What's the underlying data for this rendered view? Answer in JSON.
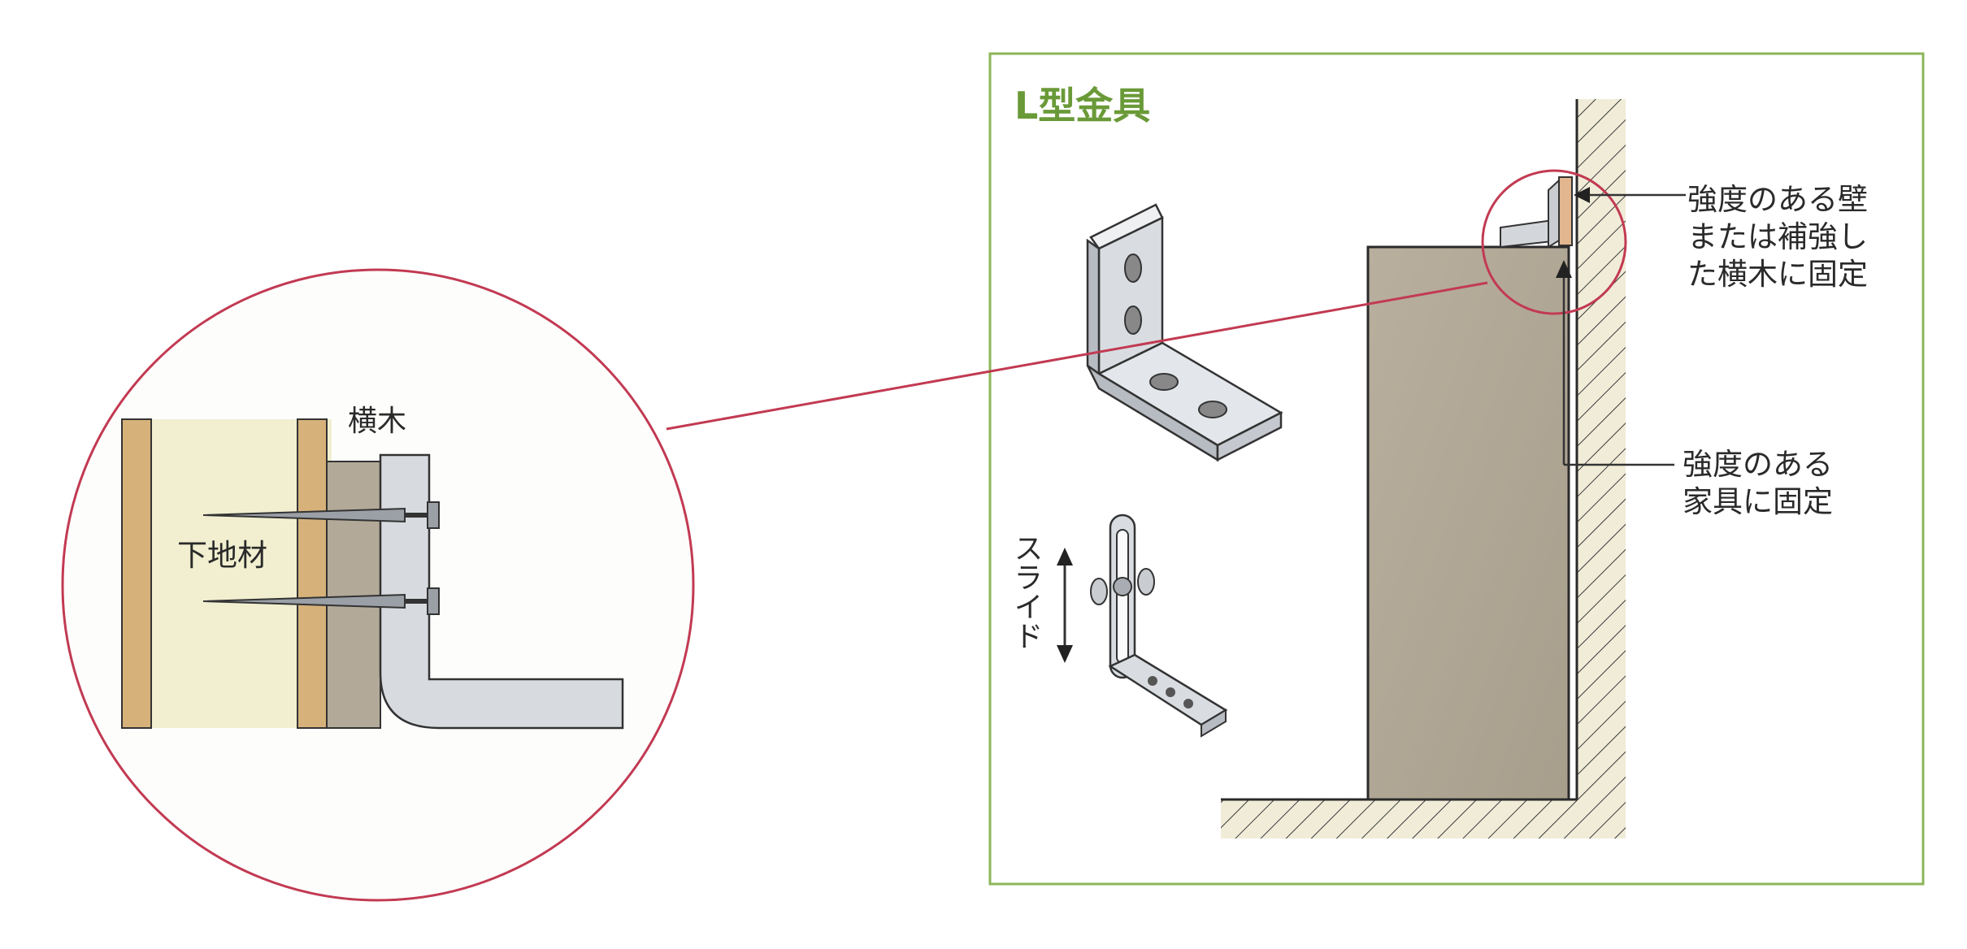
{
  "diagram": {
    "panel_title": "L型金具",
    "label_wall": [
      "強度のある壁",
      "または補強し",
      "た横木に固定"
    ],
    "label_furniture": [
      "強度のある",
      "家具に固定"
    ],
    "label_slide": "スライド",
    "label_crossbar": "横木",
    "label_base": "下地材"
  },
  "colors": {
    "panel_border": "#8cb65a",
    "title": "#6a9a38",
    "callout": "#c23a52",
    "furniture": "#b3a998",
    "wall_fill": "#f0ecd8",
    "base_wood": "#f1efd0",
    "wood_strip": "#d6b27a",
    "bracket": "#d7dbe0"
  }
}
